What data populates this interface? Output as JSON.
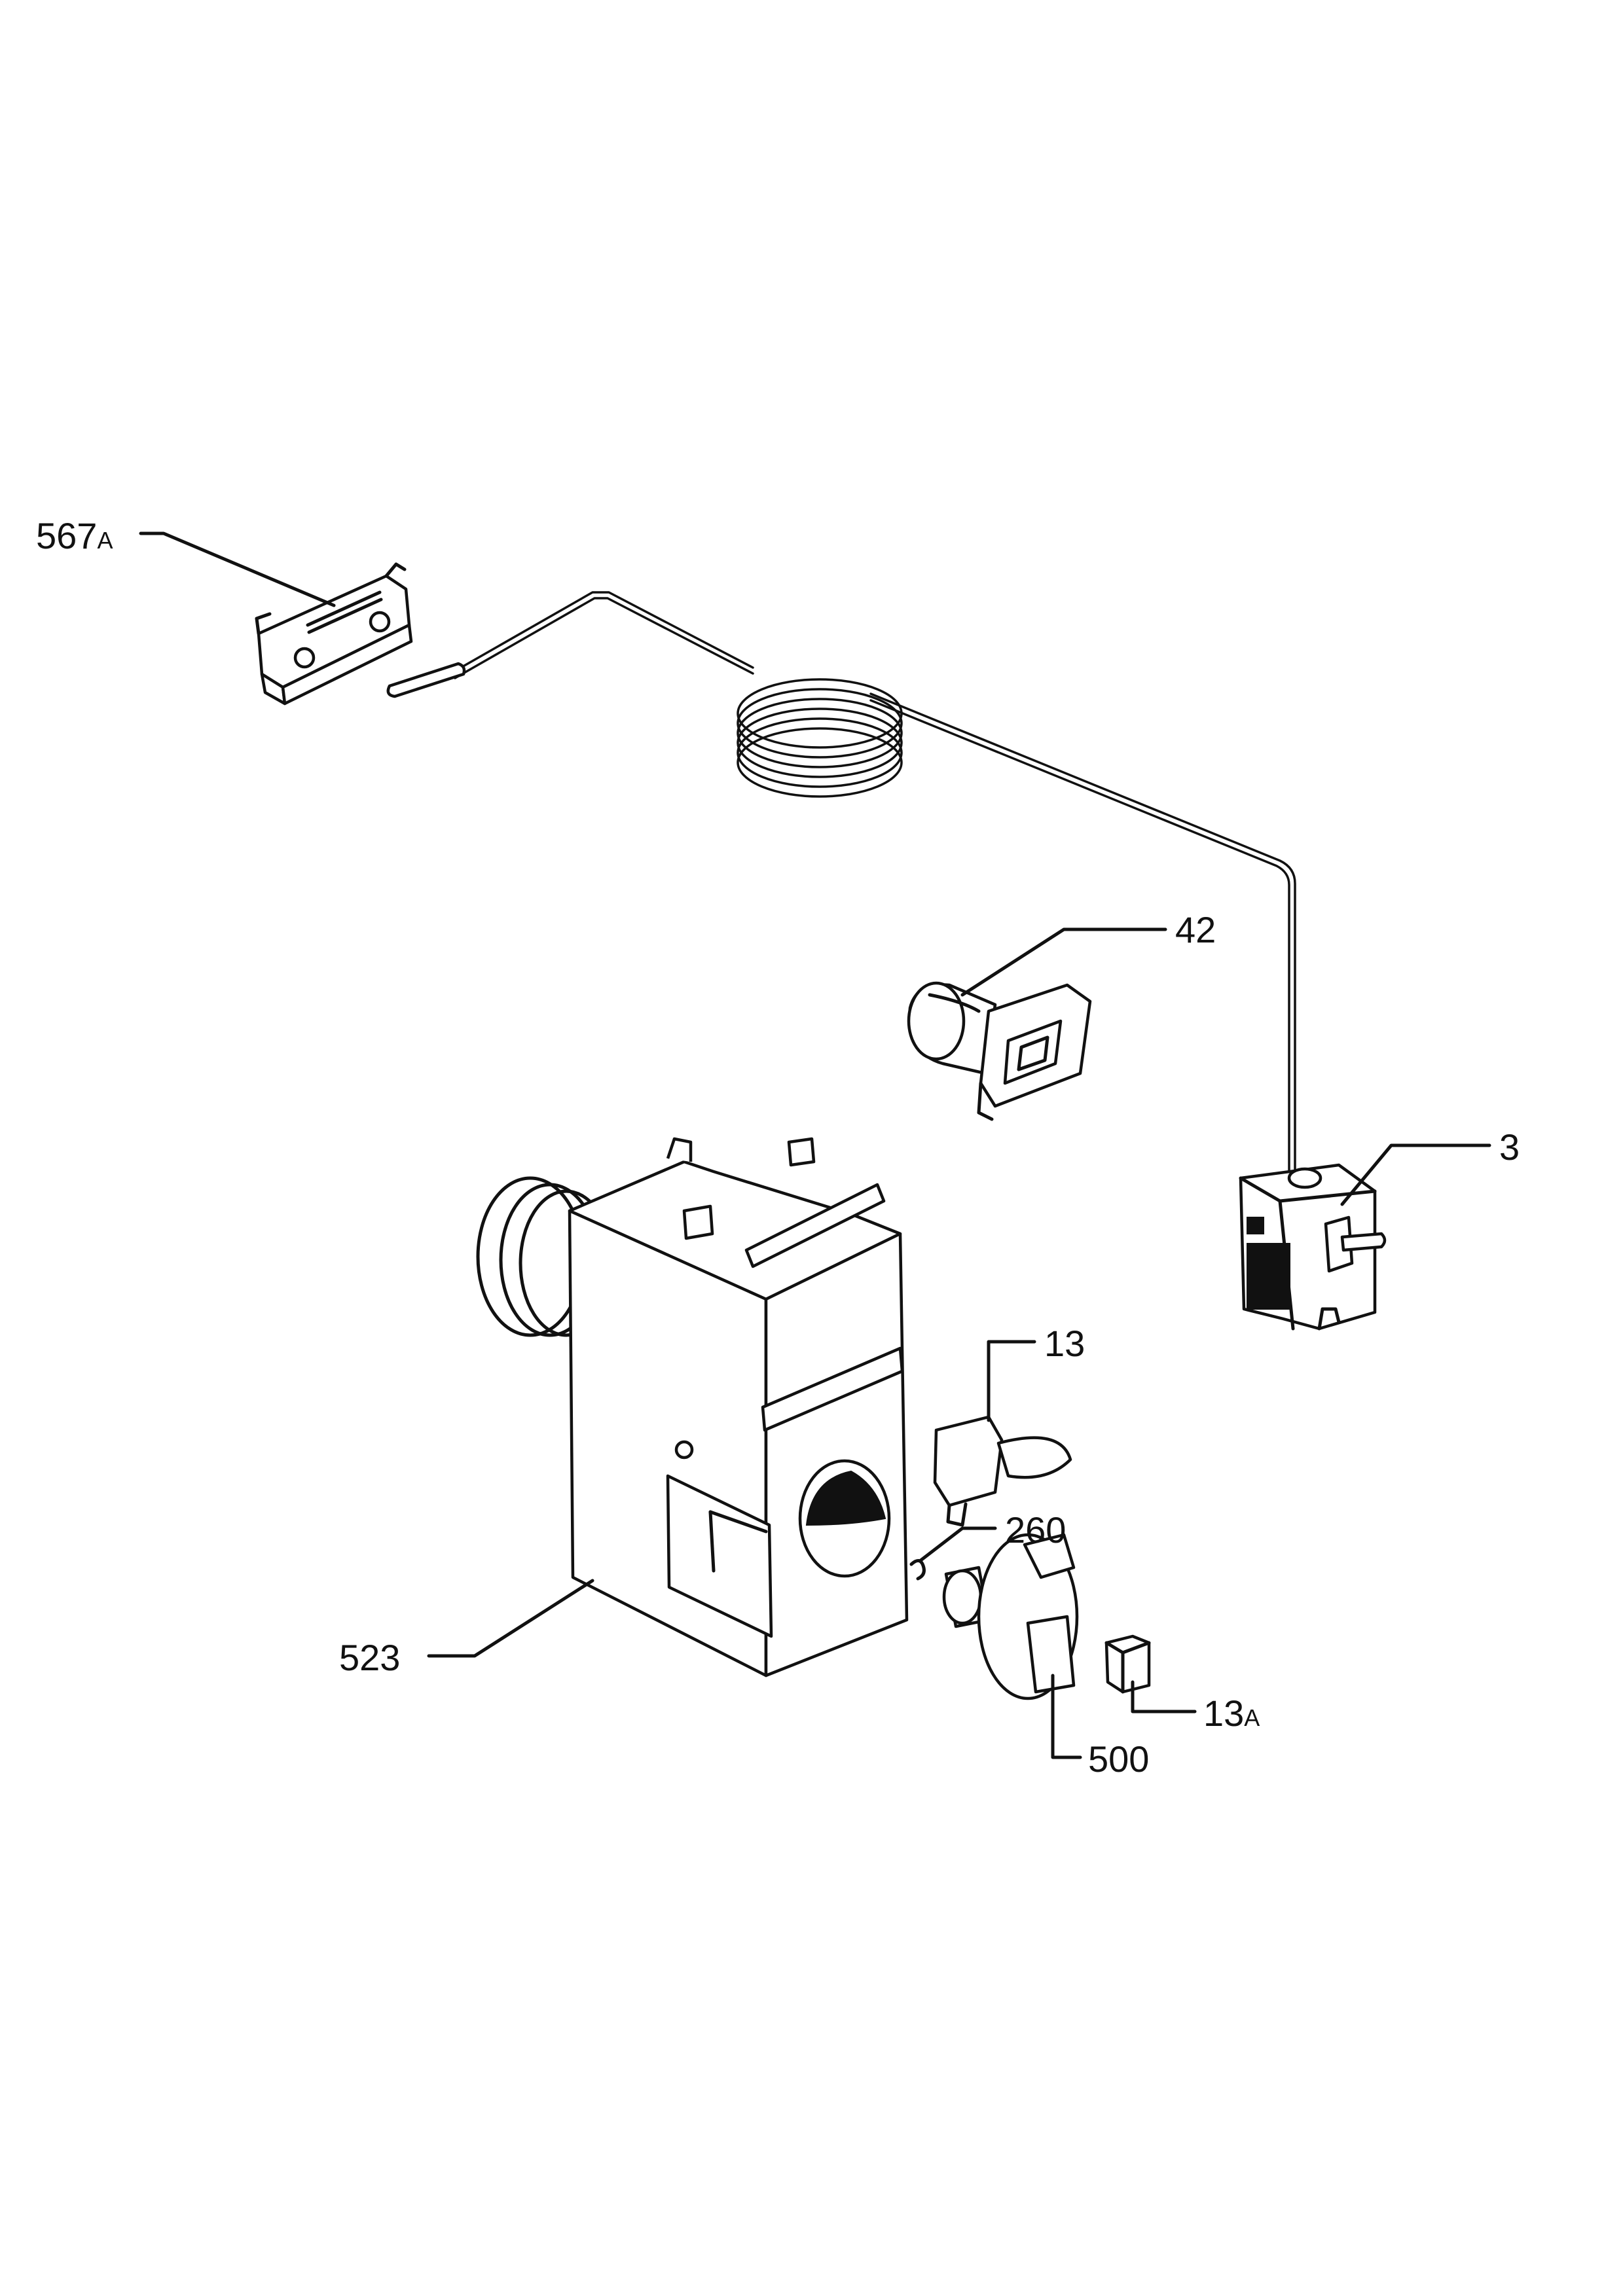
{
  "diagram": {
    "callouts": [
      {
        "id": "567a",
        "number": "567",
        "suffix": "A"
      },
      {
        "id": "42",
        "number": "42",
        "suffix": ""
      },
      {
        "id": "3",
        "number": "3",
        "suffix": ""
      },
      {
        "id": "13",
        "number": "13",
        "suffix": ""
      },
      {
        "id": "260",
        "number": "260",
        "suffix": ""
      },
      {
        "id": "523",
        "number": "523",
        "suffix": ""
      },
      {
        "id": "13a",
        "number": "13",
        "suffix": "A"
      },
      {
        "id": "500",
        "number": "500",
        "suffix": ""
      }
    ]
  }
}
